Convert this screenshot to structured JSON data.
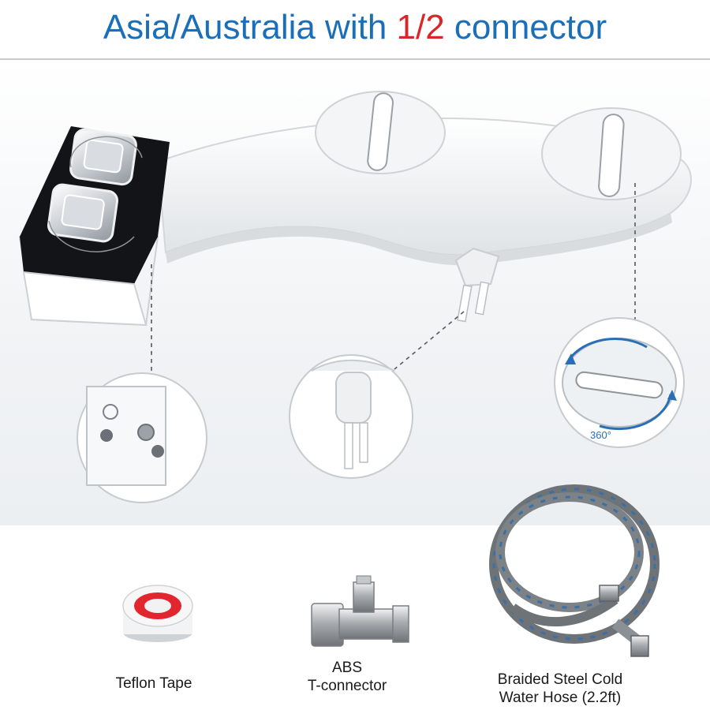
{
  "header": {
    "title_part1": "Asia/Australia with ",
    "title_accent": "1/2",
    "title_part2": " connector",
    "title_color": "#1a6fb8",
    "accent_color": "#d8262a"
  },
  "product": {
    "rotation_label": "360°"
  },
  "accessories": {
    "tape_label": "Teflon Tape",
    "tee_label_line1": "ABS",
    "tee_label_line2": "T-connector",
    "hose_label_line1": "Braided Steel Cold",
    "hose_label_line2": "Water Hose (2.2ft)"
  }
}
